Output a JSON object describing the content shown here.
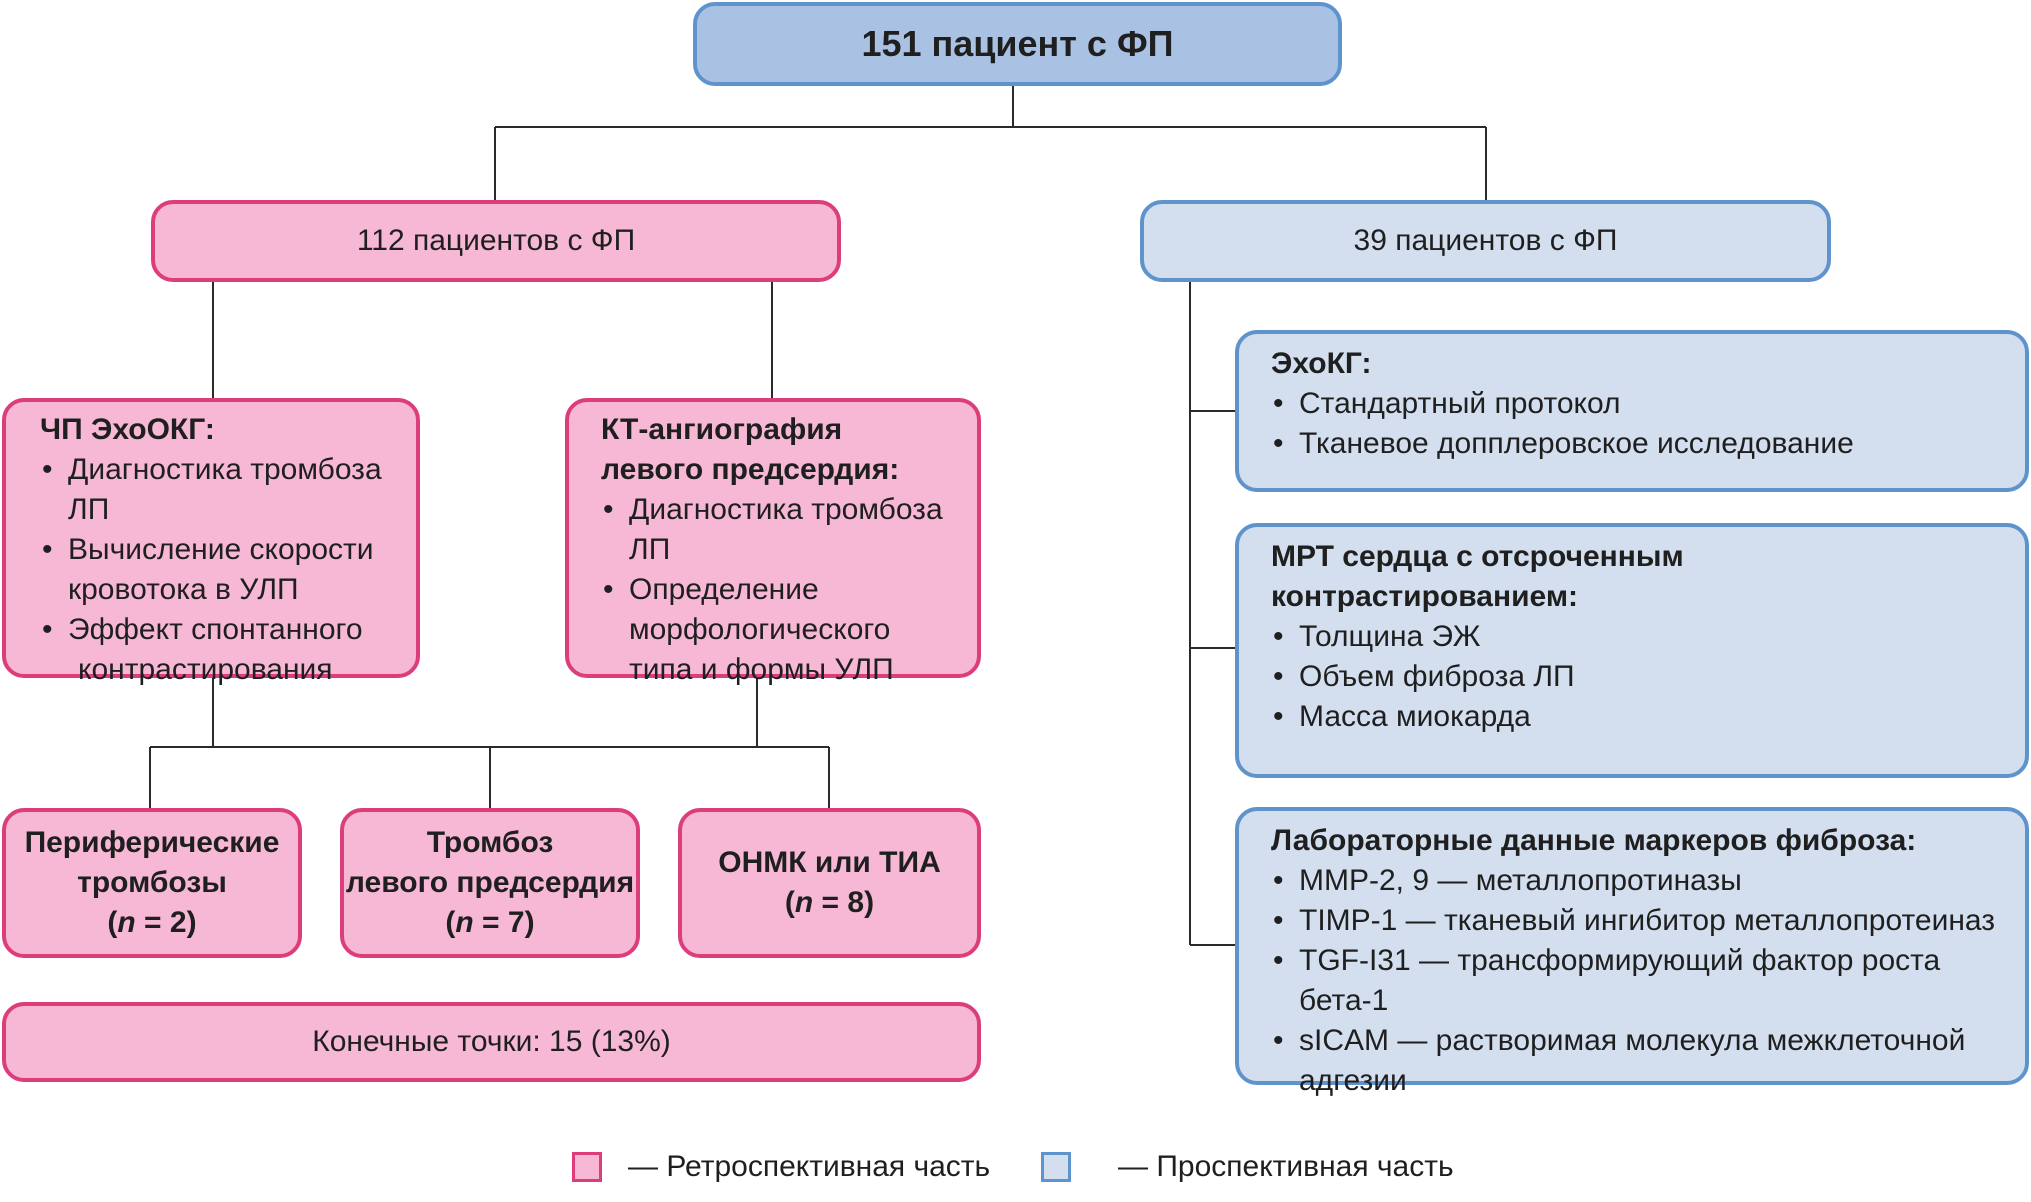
{
  "colors": {
    "pink_fill": "#f6b8d5",
    "pink_border": "#dc3d7b",
    "blue_fill": "#d3deef",
    "blue_border": "#5f93cc",
    "top_fill": "#a9c2e3"
  },
  "root": {
    "label": "151 пациент с ФП"
  },
  "retro": {
    "label": "112 пациентов с ФП"
  },
  "pro": {
    "label": "39 пациентов с ФП"
  },
  "tee": {
    "title": "ЧП ЭхоОКГ:",
    "items": [
      "Диагностика тромбоза ЛП",
      "Вычисление скорости",
      "кровотока в УЛП",
      "Эффект спонтанного",
      "контрастирования"
    ]
  },
  "ct": {
    "title_1": "КТ-ангиография",
    "title_2": "левого предсердия:",
    "items": [
      "Диагностика тромбоза ЛП",
      "Определение",
      "морфологического",
      "типа и формы УЛП"
    ]
  },
  "outcomes": [
    {
      "line1": "Периферические",
      "line2": "тромбозы",
      "n_prefix": "(",
      "n": "n",
      "n_value": " = 2)"
    },
    {
      "line1": "Тромбоз",
      "line2": "левого предсердия",
      "n_prefix": "(",
      "n": "n",
      "n_value": " = 7)"
    },
    {
      "line1": "ОНМК или ТИА",
      "n_prefix": "(",
      "n": "n",
      "n_value": " = 8)"
    }
  ],
  "endpoints": {
    "label": "Конечные точки: 15 (13%)"
  },
  "echo": {
    "title": "ЭхоКГ:",
    "items": [
      "Стандартный протокол",
      "Тканевое допплеровское исследование"
    ]
  },
  "mri": {
    "title_1": "МРТ сердца с отсроченным",
    "title_2": "контрастированием:",
    "items": [
      "Толщина ЭЖ",
      "Объем фиброза ЛП",
      "Масса миокарда"
    ]
  },
  "lab": {
    "title": "Лабораторные данные маркеров фиброза:",
    "items": [
      "MMP-2, 9 — металлопротиназы",
      "TIMP-1 — тканевый ингибитор металлопротеиназ",
      "TGF-I31 — трансформирующий фактор роста бета-1",
      "sICAM — растворимая молекула межклеточной",
      "адгезии"
    ]
  },
  "legend": {
    "retro": "— Ретроспективная часть",
    "pro": "— Проспективная часть"
  }
}
